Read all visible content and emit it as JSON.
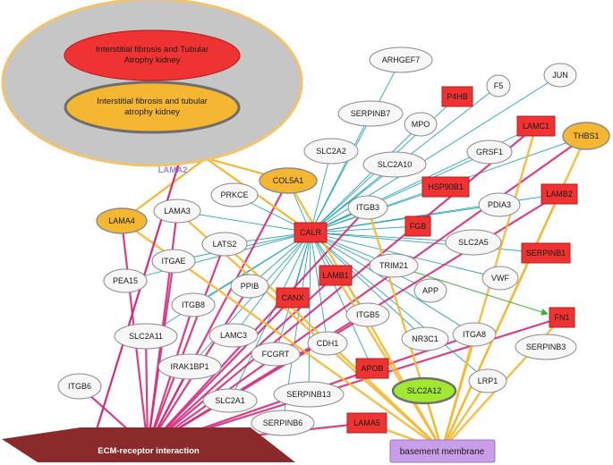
{
  "colors": {
    "teal_edge": "#2aa6b4",
    "magenta_edge": "#d42a7c",
    "orange_edge": "#f5b731",
    "green_edge": "#36b536",
    "red_node": "#ef3232",
    "orange_node": "#f5b731",
    "green_node": "#a2e831",
    "white_node": "#f7f7f7",
    "grey_group": "#c6c6c6",
    "ecm_shape": "#8b2a2a",
    "basement_shape": "#c99de8",
    "group_label": "#8b86e0"
  },
  "group": {
    "label": "LAMA2",
    "terms": [
      "Interstitial fibrosis and Tubular Atrophy kidney",
      "Interstitial fibrosis and tubular atrophy kidney"
    ]
  },
  "pathways": {
    "ecm": "ECM-receptor interaction",
    "basement": "basement membrane"
  },
  "genes": {
    "arhgef7": "ARHGEF7",
    "jun": "JUN",
    "p4hb": "P4HB",
    "f5": "F5",
    "serpinb7": "SERPINB7",
    "mpo": "MPO",
    "lamc1": "LAMC1",
    "thbs1": "THBS1",
    "slc2a2": "SLC2A2",
    "grsf1": "GRSF1",
    "slc2a10": "SLC2A10",
    "col5a1": "COL5A1",
    "hsp90b1": "HSP90B1",
    "prkce": "PRKCE",
    "lamb2": "LAMB2",
    "itgb3": "ITGB3",
    "pdia3": "PDIA3",
    "lama3": "LAMA3",
    "lama4": "LAMA4",
    "calr": "CALR",
    "fgb": "FGB",
    "lats2": "LATS2",
    "slc2a5": "SLC2A5",
    "serpinb1": "SERPINB1",
    "itgae": "ITGAE",
    "trim21": "TRIM21",
    "pea15": "PEA15",
    "lamb1": "LAMB1",
    "vwf": "VWF",
    "ppib": "PPIB",
    "app": "APP",
    "canx": "CANX",
    "itgb8": "ITGB8",
    "fn1": "FN1",
    "itgb5": "ITGB5",
    "slc2a11": "SLC2A11",
    "lamc3": "LAMC3",
    "itga8": "ITGA8",
    "nr3c1": "NR3C1",
    "cdh1": "CDH1",
    "serpinb3": "SERPINB3",
    "fcgrt": "FCGRT",
    "irak1bp1": "IRAK1BP1",
    "apob": "APOB",
    "lrp1": "LRP1",
    "itgb6": "ITGB6",
    "slc2a12": "SLC2A12",
    "slc2a1": "SLC2A1",
    "serpinb13": "SERPINB13",
    "serpinb6": "SERPINB6",
    "lama5": "LAMA5"
  }
}
